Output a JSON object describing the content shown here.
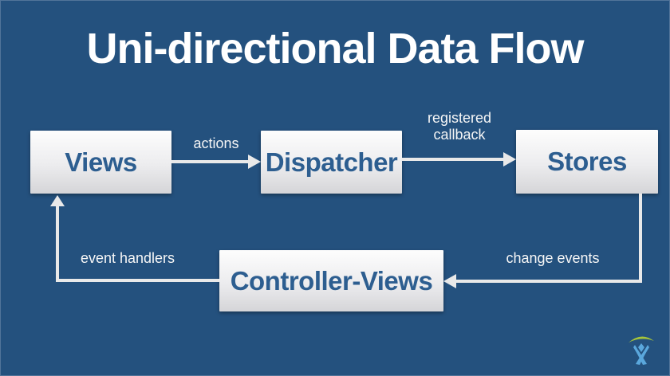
{
  "slide": {
    "title": "Uni-directional Data Flow",
    "background_color": "#24517E",
    "node_text_color": "#2D5E90",
    "arrow_color": "#E9E9E9",
    "label_color": "#F6F6F6",
    "logo_blue": "#5AA7DC",
    "logo_green": "#A6C539"
  },
  "nodes": [
    {
      "id": "views",
      "label": "Views"
    },
    {
      "id": "dispatcher",
      "label": "Dispatcher"
    },
    {
      "id": "stores",
      "label": "Stores"
    },
    {
      "id": "controller-views",
      "label": "Controller-Views"
    }
  ],
  "edges": [
    {
      "from": "views",
      "to": "dispatcher",
      "label": "actions"
    },
    {
      "from": "dispatcher",
      "to": "stores",
      "label": "registered callback"
    },
    {
      "from": "stores",
      "to": "controller-views",
      "label": "change events"
    },
    {
      "from": "controller-views",
      "to": "views",
      "label": "event handlers"
    }
  ],
  "logo": {
    "name": "atlassian-logo"
  }
}
